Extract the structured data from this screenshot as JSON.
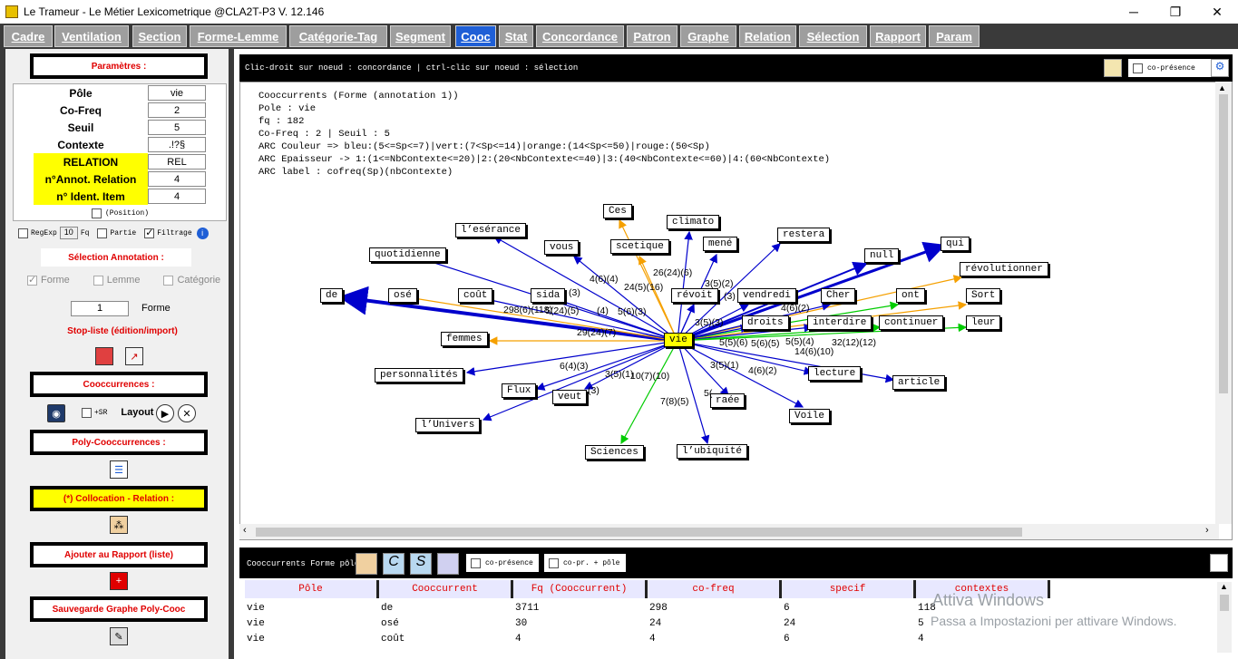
{
  "window": {
    "title": "Le Trameur - Le Métier Lexicometrique @CLA2T-P3 V. 12.146",
    "minimize": "─",
    "maximize": "❐",
    "close": "✕"
  },
  "tabs": [
    "Cadre",
    "Ventilation",
    "Section",
    "Forme-Lemme",
    "Catégorie-Tag",
    "Segment",
    "Cooc",
    "Stat",
    "Concordance",
    "Patron",
    "Graphe",
    "Relation",
    "Sélection",
    "Rapport",
    "Param"
  ],
  "left": {
    "params_title": "Paramètres :",
    "rows": [
      {
        "label": "Pôle",
        "value": "vie"
      },
      {
        "label": "Co-Freq",
        "value": "2"
      },
      {
        "label": "Seuil",
        "value": "5"
      },
      {
        "label": "Contexte",
        "value": ".!?§"
      },
      {
        "label": "RELATION",
        "value": "REL"
      },
      {
        "label": "n°Annot. Relation",
        "value": "4"
      },
      {
        "label": "n° Ident. Item",
        "value": "4"
      }
    ],
    "position_label": "(Position)",
    "regexp_label": "RegExp",
    "regexp_value": "10",
    "fq_label": "Fq",
    "partie_label": "Partie",
    "filtrage_label": "Filtrage",
    "selection_annotation_title": "Sélection Annotation :",
    "forme_cb": "Forme",
    "lemme_cb": "Lemme",
    "categorie_cb": "Catégorie",
    "annot_value": "1",
    "annot_label": "Forme",
    "stopliste": "Stop-liste (édition/import)",
    "cooc_title": "Cooccurrences :",
    "sr_label": "+SR",
    "layout_label": "Layout",
    "polycooc_title": "Poly-Cooccurrences :",
    "collocation_title": "(*) Collocation - Relation :",
    "ajouter_title": "Ajouter au Rapport (liste)",
    "sauvegarde_title": "Sauvegarde Graphe Poly-Cooc"
  },
  "graph": {
    "header_text": "Clic-droit sur noeud : concordance | ctrl-clic sur noeud : sélection",
    "copresence_label": "co-présence",
    "info_lines": [
      "Cooccurrents (Forme (annotation 1))",
      "Pole : vie",
      "fq : 182",
      "Co-Freq : 2 | Seuil : 5",
      "ARC Couleur => bleu:(5<=Sp<=7)|vert:(7<Sp<=14)|orange:(14<Sp<=50)|rouge:(50<Sp)",
      "ARC Epaisseur -> 1:(1<=NbContexte<=20)|2:(20<NbContexte<=40)|3:(40<NbContexte<=60)|4:(60<NbContexte)",
      "ARC label : cofreq(Sp)(nbContexte)"
    ],
    "pole": "vie",
    "nodes": [
      "Ces",
      "climato",
      "l’esérance",
      "vous",
      "scetique",
      "mené",
      "restera",
      "qui",
      "quotidienne",
      "null",
      "révolutionner",
      "de",
      "osé",
      "coût",
      "sida",
      "révoit",
      "vendredi",
      "Cher",
      "ont",
      "Sort",
      "droits",
      "interdire",
      "continuer",
      "leur",
      "femmes",
      "personnalités",
      "lecture",
      "article",
      "Flux",
      "veut",
      "raée",
      "Voile",
      "l’Univers",
      "Sciences",
      "l’ubiquité"
    ],
    "edge_labels": [
      "4(6)(4)",
      "26(24)(6)",
      "24(5)(16)",
      "3(5)(2)",
      "298(6)(118)",
      "5(24)(5)",
      "(4)",
      "5(6)(3)",
      "(3)",
      "3(5)(3)",
      "4(6)(2)",
      "29(24)(7)",
      "5(5)(6)",
      "5(6)(5)",
      "5(5)(4)",
      "32(12)(12)",
      "14(6)(10)",
      "6(4)(3)",
      "3(5)(1)",
      "10(7)(10)",
      "3(5)(1)",
      "4(6)(2)",
      "7(8)(5)",
      "(3)",
      "5(",
      "(3)"
    ]
  },
  "table": {
    "header_title": "Cooccurrents Forme pôle",
    "copresence_label": "co-présence",
    "copr_pole_label": "co-pr. + pôle",
    "columns": [
      "Pôle",
      "Cooccurrent",
      "Fq (Cooccurrent)",
      "co-freq",
      "specif",
      "contextes"
    ],
    "rows": [
      [
        "vie",
        "de",
        "3711",
        "298",
        "6",
        "118"
      ],
      [
        "vie",
        "osé",
        "30",
        "24",
        "24",
        "5"
      ],
      [
        "vie",
        "coût",
        "4",
        "4",
        "6",
        "4"
      ]
    ],
    "watermark1": "Attiva Windows",
    "watermark2": "Passa a Impostazioni per attivare Windows."
  }
}
